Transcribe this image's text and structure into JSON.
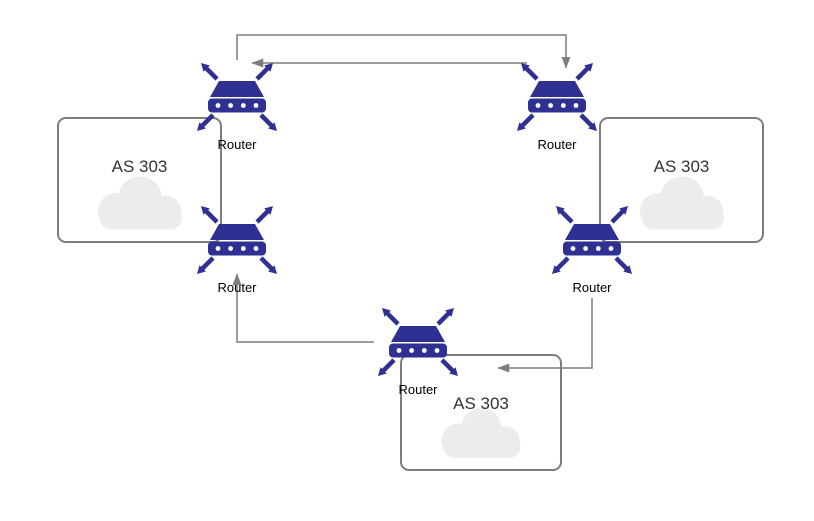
{
  "diagram": {
    "routers": [
      {
        "id": "router-top-left",
        "label": "Router"
      },
      {
        "id": "router-top-right",
        "label": "Router"
      },
      {
        "id": "router-mid-left",
        "label": "Router"
      },
      {
        "id": "router-mid-right",
        "label": "Router"
      },
      {
        "id": "router-bottom",
        "label": "Router"
      }
    ],
    "autonomous_systems": [
      {
        "id": "as-left",
        "label": "AS 303"
      },
      {
        "id": "as-right",
        "label": "AS 303"
      },
      {
        "id": "as-bottom",
        "label": "AS 303"
      }
    ],
    "connections": [
      {
        "from": "router-top-left",
        "to": "router-top-right",
        "style": "orthogonal-over-top",
        "arrow": "into-top-right"
      },
      {
        "from": "router-top-right",
        "to": "router-top-left",
        "style": "straight-horizontal",
        "arrow": "into-top-left"
      },
      {
        "from": "router-bottom",
        "to": "router-mid-left",
        "style": "orthogonal-left-up",
        "arrow": "into-mid-left"
      },
      {
        "from": "router-mid-right",
        "to": "router-bottom",
        "style": "orthogonal-down-left",
        "arrow": "into-bottom"
      }
    ],
    "colors": {
      "router_fill": "#2e3192",
      "router_dots": "#ffffff",
      "connector": "#7d7d7d",
      "box_border": "#7d7d7d",
      "cloud_fill": "#ececec",
      "label_text": "#000000"
    }
  }
}
